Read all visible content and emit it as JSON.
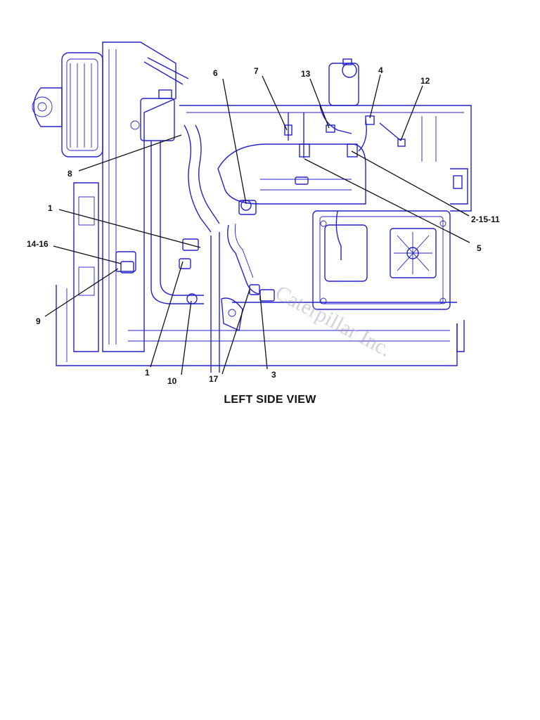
{
  "view_title": "LEFT SIDE VIEW",
  "watermark_text": "Caterpillar Inc.",
  "colors": {
    "line_art": "#2222cc",
    "callout": "#111111",
    "background": "#ffffff"
  },
  "callouts": [
    {
      "id": "c6",
      "label": "6"
    },
    {
      "id": "c7",
      "label": "7"
    },
    {
      "id": "c13",
      "label": "13"
    },
    {
      "id": "c4",
      "label": "4"
    },
    {
      "id": "c12",
      "label": "12"
    },
    {
      "id": "c8",
      "label": "8"
    },
    {
      "id": "c1a",
      "label": "1"
    },
    {
      "id": "c1416",
      "label": "14-16"
    },
    {
      "id": "c2_15_11",
      "label": "2-15-11"
    },
    {
      "id": "c5",
      "label": "5"
    },
    {
      "id": "c9",
      "label": "9"
    },
    {
      "id": "c1b",
      "label": "1"
    },
    {
      "id": "c10",
      "label": "10"
    },
    {
      "id": "c17",
      "label": "17"
    },
    {
      "id": "c3",
      "label": "3"
    }
  ]
}
